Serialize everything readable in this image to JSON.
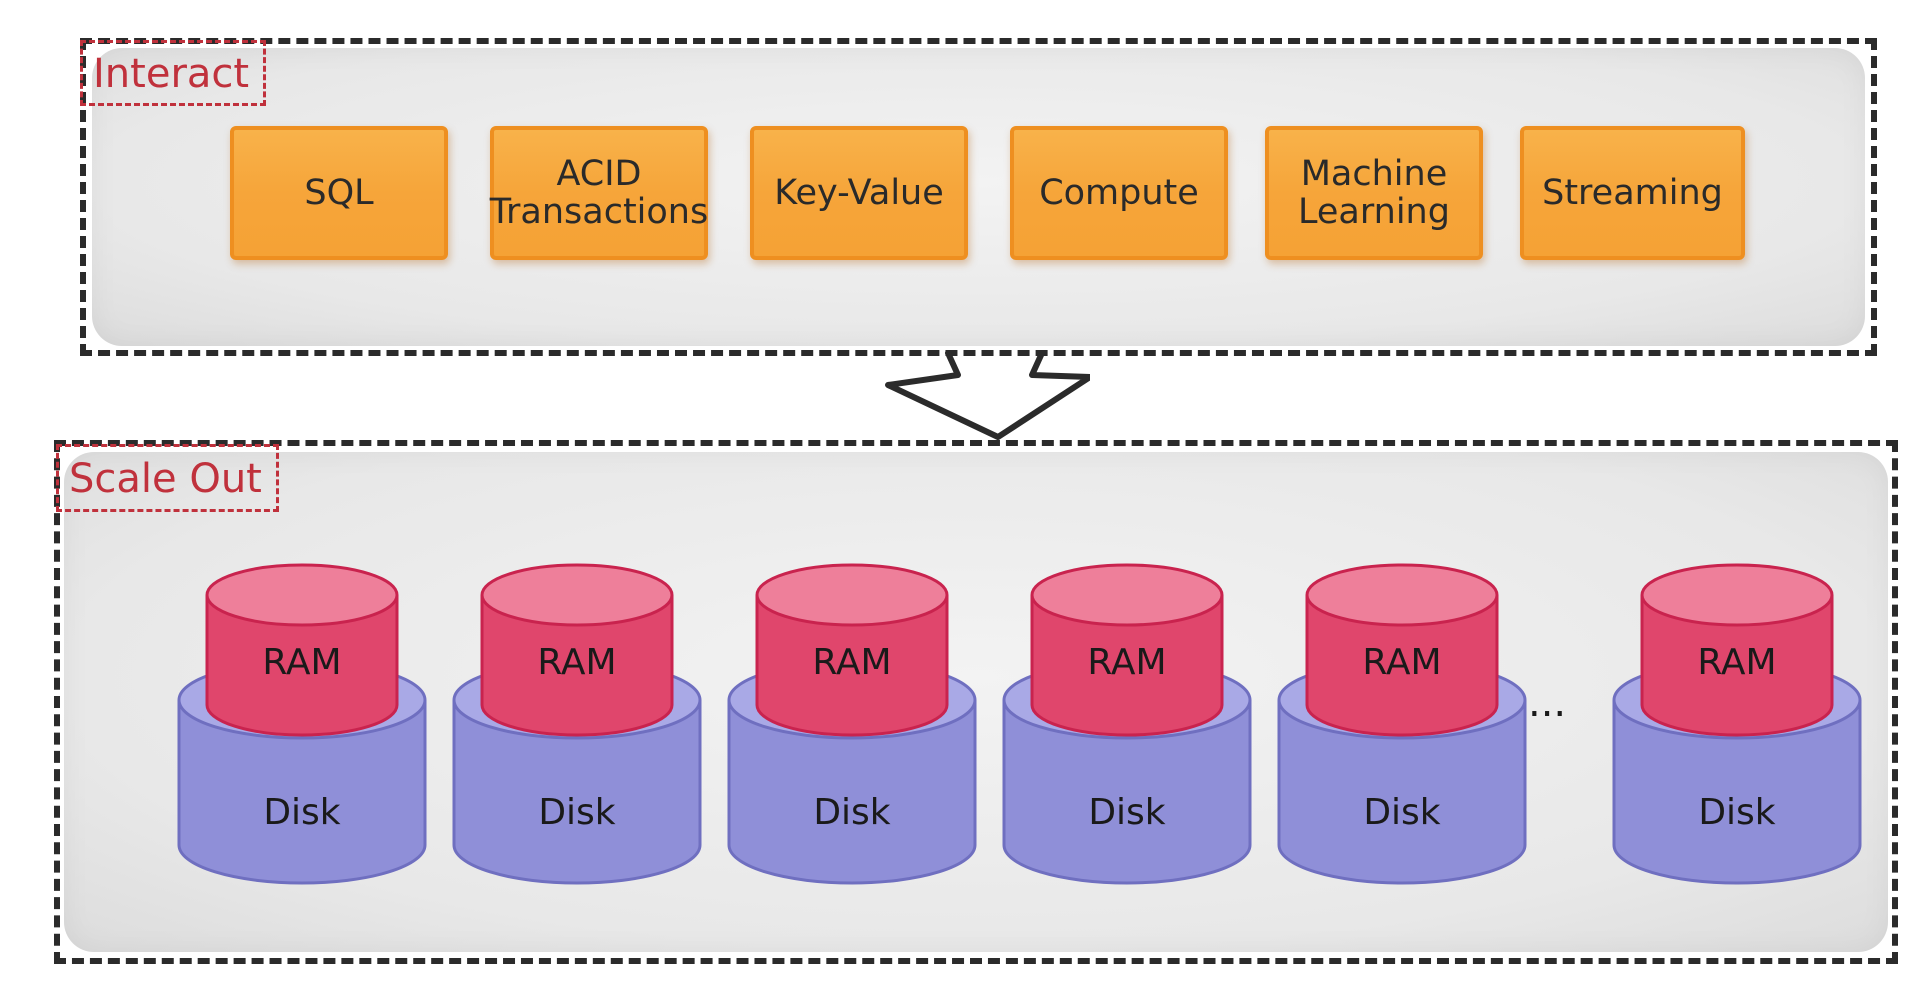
{
  "sections": {
    "interact": {
      "label": "Interact"
    },
    "scale_out": {
      "label": "Scale Out"
    }
  },
  "capabilities": [
    {
      "label": "SQL"
    },
    {
      "label": "ACID\nTransactions"
    },
    {
      "label": "Key-Value"
    },
    {
      "label": "Compute"
    },
    {
      "label": "Machine\nLearning"
    },
    {
      "label": "Streaming"
    }
  ],
  "nodes": [
    {
      "ram": "RAM",
      "disk": "Disk"
    },
    {
      "ram": "RAM",
      "disk": "Disk"
    },
    {
      "ram": "RAM",
      "disk": "Disk"
    },
    {
      "ram": "RAM",
      "disk": "Disk"
    },
    {
      "ram": "RAM",
      "disk": "Disk"
    },
    {
      "ram": "RAM",
      "disk": "Disk"
    }
  ],
  "ellipsis": "...",
  "colors": {
    "capability_fill": "#f6a53a",
    "capability_border": "#ee8f20",
    "ram": "#e0466c",
    "disk": "#8f8fd8",
    "section_tag": "#c0313c",
    "dashed_border": "#2b2b2b"
  }
}
